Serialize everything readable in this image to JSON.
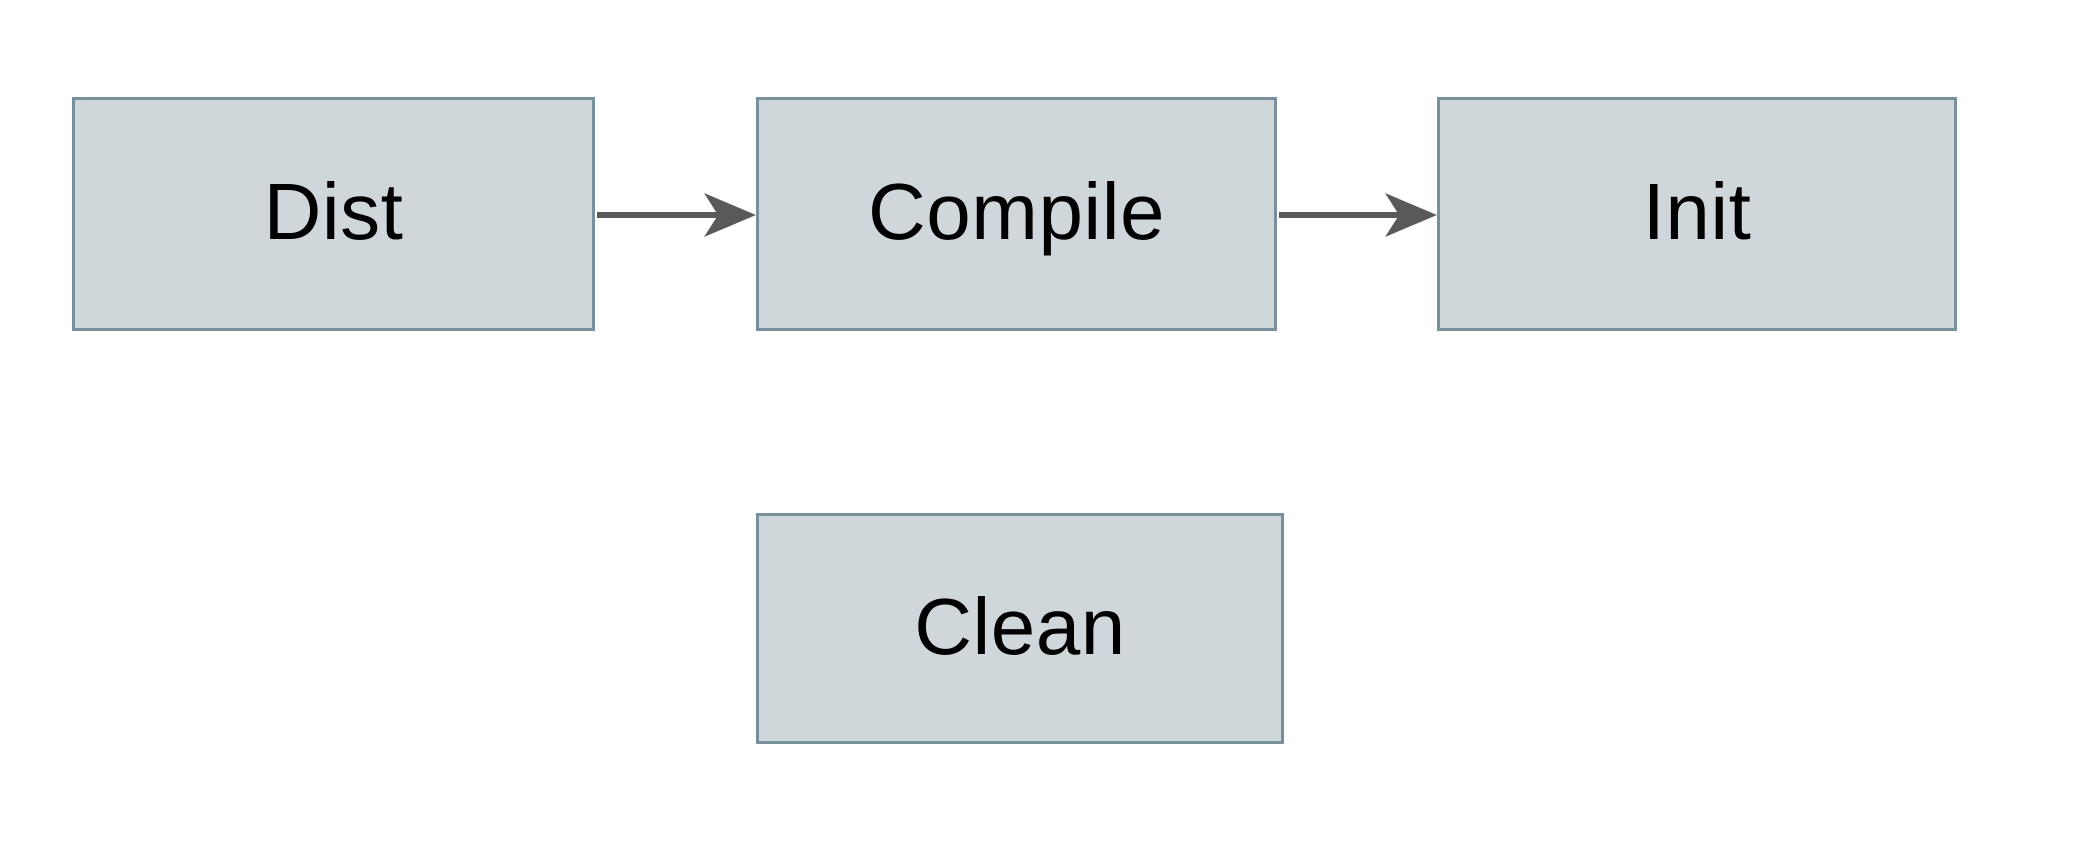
{
  "diagram": {
    "type": "flowchart",
    "background": "#ffffff",
    "colors": {
      "node_fill": "#d0d7da",
      "node_border": "#78909c",
      "arrow": "#595959",
      "text": "#000000"
    },
    "nodes": [
      {
        "id": "dist",
        "label": "Dist"
      },
      {
        "id": "compile",
        "label": "Compile"
      },
      {
        "id": "init",
        "label": "Init"
      },
      {
        "id": "clean",
        "label": "Clean"
      }
    ],
    "edges": [
      {
        "from": "dist",
        "to": "compile",
        "style": "arrow"
      },
      {
        "from": "compile",
        "to": "init",
        "style": "arrow"
      }
    ]
  }
}
